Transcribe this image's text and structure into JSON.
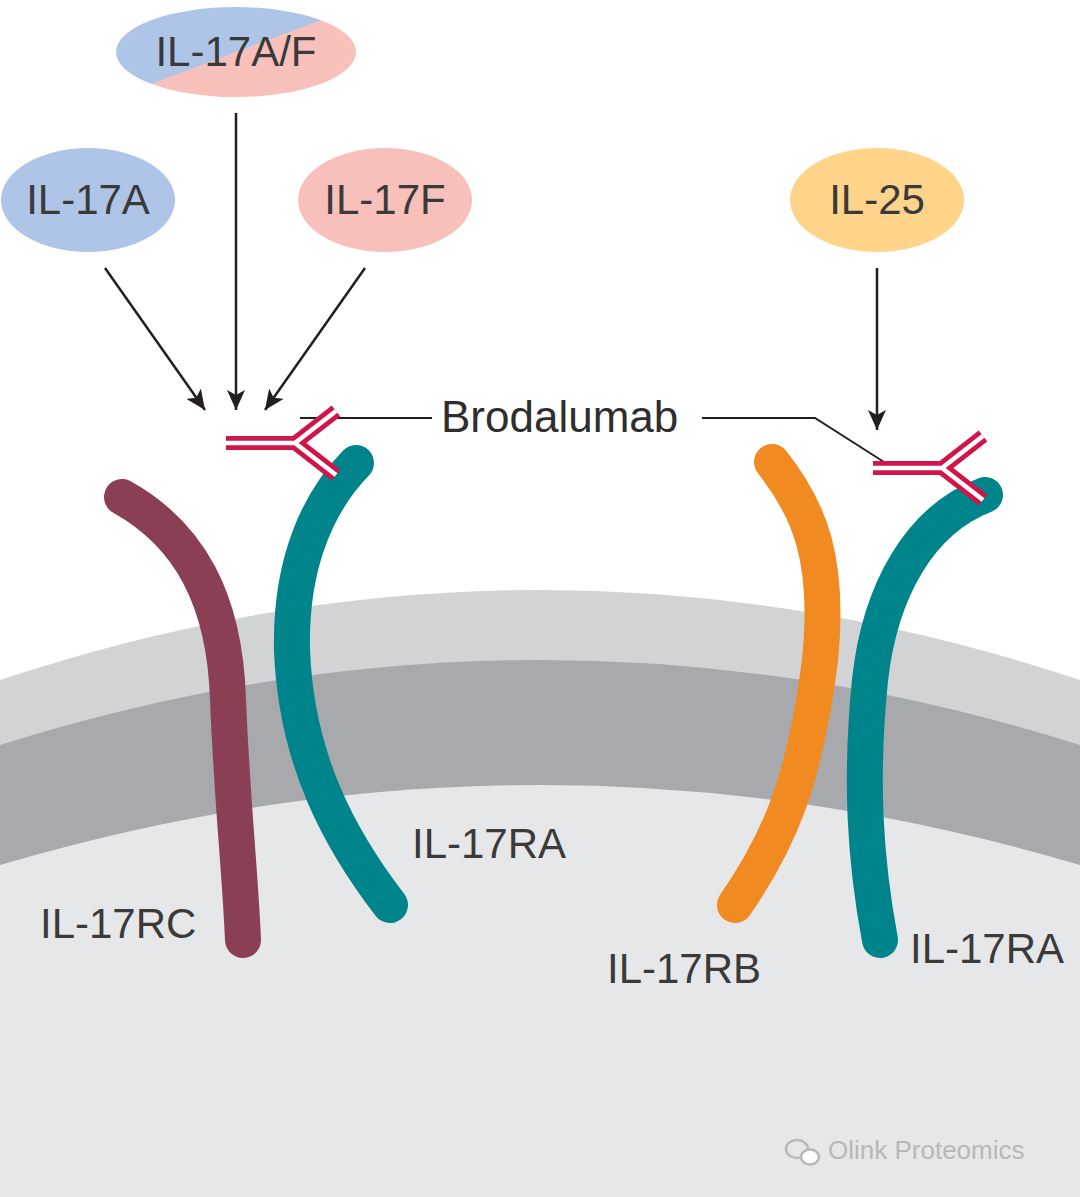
{
  "diagram": {
    "nodes": [
      {
        "text": [
          "IL-17A/F"
        ]
      },
      {
        "text": [
          "IL-17A"
        ]
      },
      {
        "text": [
          "IL-17F"
        ]
      },
      {
        "text": [
          "IL-25"
        ]
      },
      {
        "text": [
          "IL-17RC"
        ]
      },
      {
        "text": [
          "IL-17RA"
        ]
      },
      {
        "text": [
          "IL-17RB"
        ]
      },
      {
        "text": [
          "IL-17RA"
        ]
      }
    ],
    "edges": [
      {
        "from": 1,
        "to": 5,
        "arrow": "to"
      },
      {
        "from": 0,
        "to": 5,
        "arrow": "to"
      },
      {
        "from": 2,
        "to": 5,
        "arrow": "to"
      },
      {
        "from": 3,
        "to": 7,
        "arrow": "to"
      }
    ],
    "labels": [
      "Brodalumab",
      "Olink Proteomics"
    ]
  }
}
